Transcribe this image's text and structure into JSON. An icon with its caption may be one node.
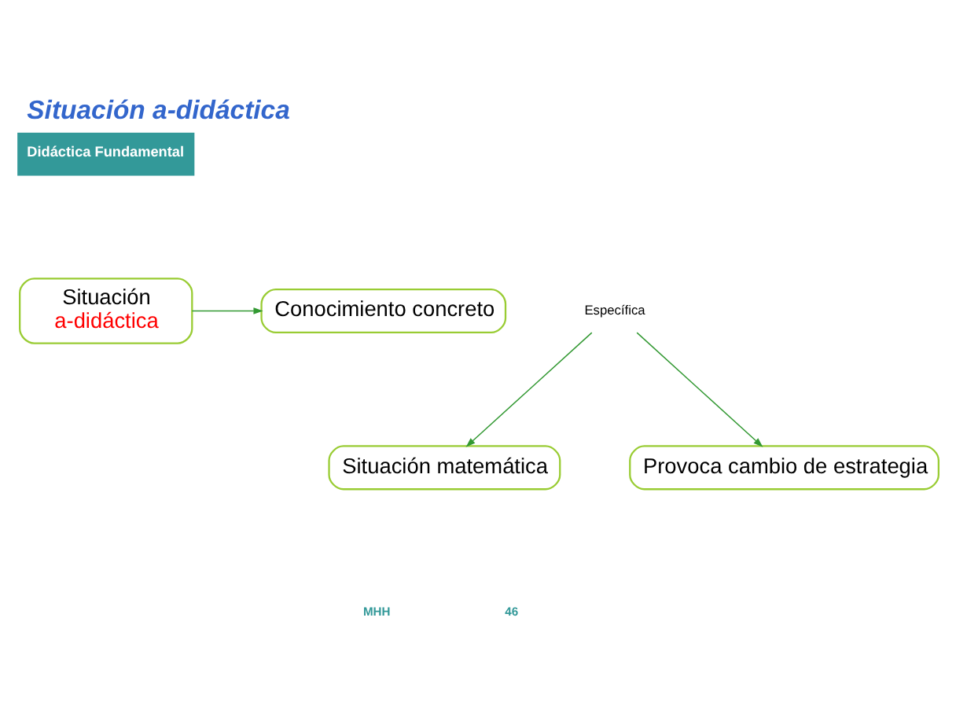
{
  "diagram": {
    "title": "Situación a-didáctica",
    "nodes": [
      {
        "text": [
          "Situación",
          "a-didáctica"
        ]
      },
      {
        "text": [
          "Específica"
        ]
      },
      {
        "text": [
          "Conocimiento concreto"
        ]
      },
      {
        "text": [
          "Situación matemática"
        ]
      },
      {
        "text": [
          "Provoca cambio de estrategia"
        ]
      }
    ],
    "edges": [
      {
        "from": 0,
        "to": 2,
        "arrow": "to"
      },
      {
        "from": 1,
        "to": 3,
        "arrow": "to"
      },
      {
        "from": 1,
        "to": 4,
        "arrow": "to"
      }
    ],
    "labels": [
      "Didáctica Fundamental",
      "MHH",
      "46"
    ]
  }
}
